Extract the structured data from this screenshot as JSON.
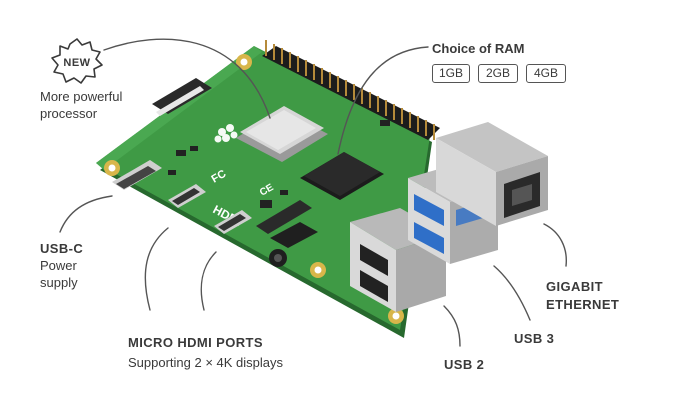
{
  "badge": {
    "text": "NEW"
  },
  "labels": {
    "new_desc_1": "More powerful",
    "new_desc_2": "processor",
    "ram_title": "Choice of RAM",
    "ram_options": [
      "1GB",
      "2GB",
      "4GB"
    ],
    "usbc_1": "USB-C",
    "usbc_2": "Power",
    "usbc_3": "supply",
    "hdmi_title": "MICRO HDMI PORTS",
    "hdmi_desc": "Supporting 2 × 4K displays",
    "usb2": "USB 2",
    "usb3": "USB 3",
    "eth_1": "GIGABIT",
    "eth_2": "ETHERNET"
  },
  "board_marks": {
    "hdmi_logo": "HDMI",
    "fcc": "FC",
    "ce": "CE"
  },
  "colors": {
    "pcb": "#3f9a45",
    "pcb_dark": "#2f7d36",
    "text": "#3a3a3a",
    "usb3_blue": "#2f6fc8",
    "pin_gold": "#b58a3a",
    "metal": "#c8c8c8"
  }
}
